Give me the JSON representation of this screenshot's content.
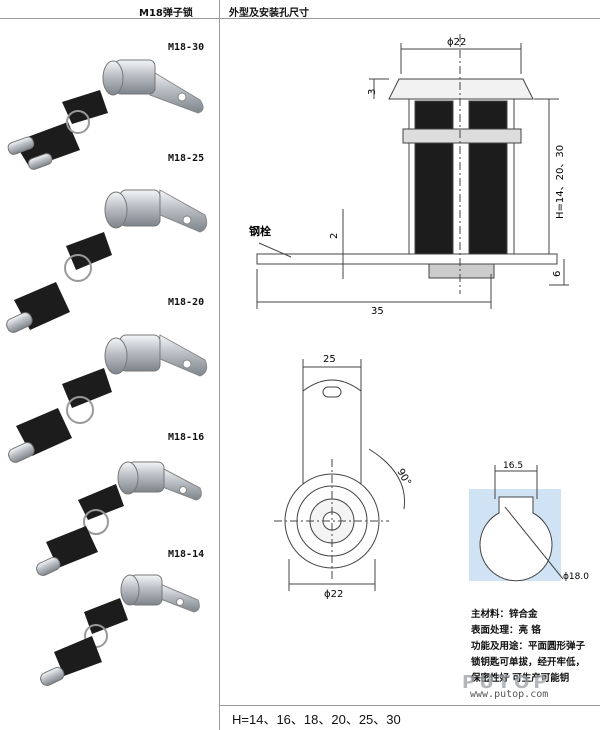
{
  "header": {
    "left_title": "M18弹子锁",
    "right_title": "外型及安装孔尺寸"
  },
  "models": [
    {
      "label": "M18-30"
    },
    {
      "label": "M18-25"
    },
    {
      "label": "M18-20"
    },
    {
      "label": "M18-16"
    },
    {
      "label": "M18-14"
    }
  ],
  "side_view": {
    "dia_top": "ϕ22",
    "dim_3": "3",
    "dim_h": "H=14、20、30",
    "dim_2": "2",
    "dim_6": "6",
    "dim_35": "35",
    "pin_label": "钢栓"
  },
  "front_view": {
    "dim_25": "25",
    "dim_90": "90°",
    "dia_bottom": "ϕ22"
  },
  "hole_view": {
    "dim_16_5": "16.5",
    "dia_18": "ϕ18.0"
  },
  "specs": {
    "line1": "主材料：锌合金",
    "line2": "表面处理：亮 铬",
    "line3": "功能及用途：平面圆形弹子",
    "line4": "锁钥匙可单拔，经开牢低，",
    "line5": "保密性好 可生产可能钥"
  },
  "watermark": {
    "brand": "PUTOP",
    "url": "www.putop.com"
  },
  "footer": {
    "h_values": "H=14、16、18、20、25、30"
  },
  "colors": {
    "hole_fill": "#cfe3f5",
    "line": "#444444",
    "key_black": "#1c1c1c",
    "chrome": "#c8ccd0"
  }
}
